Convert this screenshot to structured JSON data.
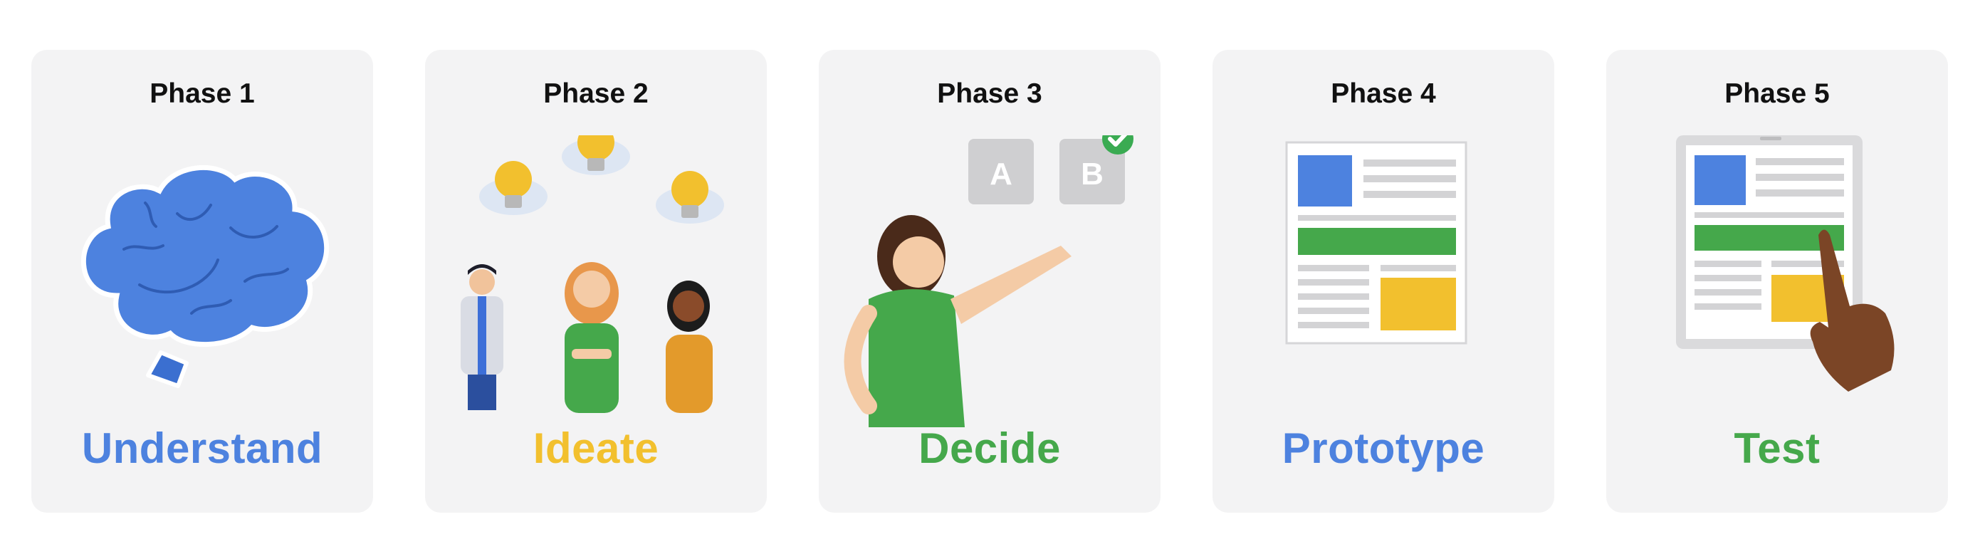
{
  "colors": {
    "blue": "#4d82df",
    "yellow": "#f2c02e",
    "green": "#45a84b",
    "card": "#f3f3f4",
    "check": "#3aab52",
    "skin_dark": "#7b4526"
  },
  "phases": [
    {
      "phase": "Phase 1",
      "name": "Understand",
      "color": "#4d82df",
      "icon": "brain-icon"
    },
    {
      "phase": "Phase 2",
      "name": "Ideate",
      "color": "#f2c02e",
      "icon": "lightbulb-people-icon"
    },
    {
      "phase": "Phase 3",
      "name": "Decide",
      "color": "#45a84b",
      "icon": "choice-ab-icon"
    },
    {
      "phase": "Phase 4",
      "name": "Prototype",
      "color": "#4d82df",
      "icon": "document-layout-icon"
    },
    {
      "phase": "Phase 5",
      "name": "Test",
      "color": "#45a84b",
      "icon": "tablet-tap-icon"
    }
  ],
  "decide_options": [
    "A",
    "B"
  ]
}
